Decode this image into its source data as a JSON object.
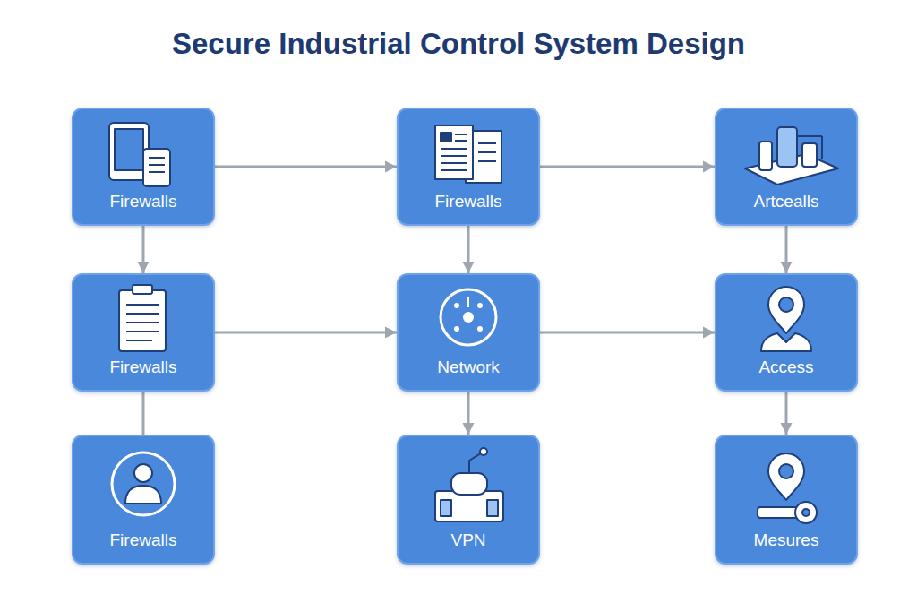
{
  "diagram": {
    "title": "Secure Industrial Control System Design",
    "nodes": [
      {
        "text": [
          "Firewalls"
        ]
      },
      {
        "text": [
          "Firewalls"
        ]
      },
      {
        "text": [
          "Artcealls"
        ]
      },
      {
        "text": [
          "Firewalls"
        ]
      },
      {
        "text": [
          "Network"
        ]
      },
      {
        "text": [
          "Access"
        ]
      },
      {
        "text": [
          "Firewalls"
        ]
      },
      {
        "text": [
          "VPN"
        ]
      },
      {
        "text": [
          "Mesures"
        ]
      }
    ],
    "edges": [
      {
        "from": 0,
        "to": 1,
        "arrow": "to"
      },
      {
        "from": 1,
        "to": 2,
        "arrow": "to"
      },
      {
        "from": 0,
        "to": 3,
        "arrow": "to"
      },
      {
        "from": 1,
        "to": 4,
        "arrow": "to"
      },
      {
        "from": 2,
        "to": 5,
        "arrow": "to"
      },
      {
        "from": 3,
        "to": 4,
        "arrow": "to"
      },
      {
        "from": 4,
        "to": 5,
        "arrow": "to"
      },
      {
        "from": 3,
        "to": 6,
        "arrow": "none"
      },
      {
        "from": 4,
        "to": 7,
        "arrow": "to"
      },
      {
        "from": 5,
        "to": 8,
        "arrow": "to"
      }
    ]
  }
}
